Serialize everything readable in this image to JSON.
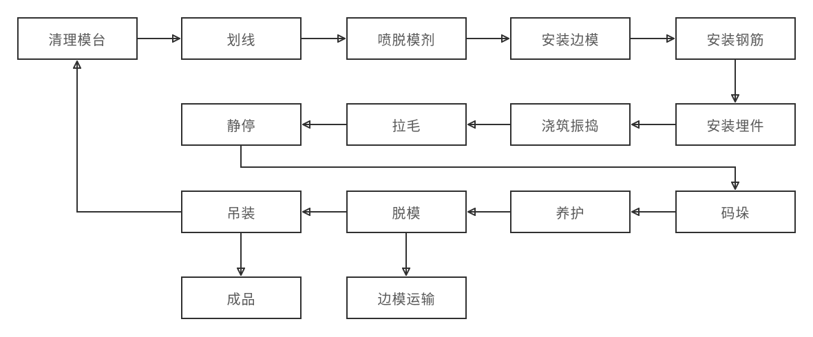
{
  "diagram_type": "flowchart",
  "colors": {
    "border": "#303030",
    "text": "#595959",
    "line": "#303030",
    "background": "#ffffff"
  },
  "nodes": [
    {
      "id": "clean-mold-table",
      "label": "清理模台"
    },
    {
      "id": "marking",
      "label": "划线"
    },
    {
      "id": "spray-release-agent",
      "label": "喷脱模剂"
    },
    {
      "id": "install-side-molds",
      "label": "安装边模"
    },
    {
      "id": "install-rebar",
      "label": "安装钢筋"
    },
    {
      "id": "resting",
      "label": "静停"
    },
    {
      "id": "roughening",
      "label": "拉毛"
    },
    {
      "id": "pour-and-vibrate",
      "label": "浇筑振捣"
    },
    {
      "id": "install-embedded-parts",
      "label": "安装埋件"
    },
    {
      "id": "hoisting",
      "label": "吊装"
    },
    {
      "id": "demolding",
      "label": "脱模"
    },
    {
      "id": "curing",
      "label": "养护"
    },
    {
      "id": "stacking",
      "label": "码垛"
    },
    {
      "id": "finished-product",
      "label": "成品"
    },
    {
      "id": "side-mold-transport",
      "label": "边模运输"
    }
  ],
  "edges": [
    {
      "from": "清理模台",
      "to": "划线"
    },
    {
      "from": "划线",
      "to": "喷脱模剂"
    },
    {
      "from": "喷脱模剂",
      "to": "安装边模"
    },
    {
      "from": "安装边模",
      "to": "安装钢筋"
    },
    {
      "from": "安装钢筋",
      "to": "安装埋件"
    },
    {
      "from": "安装埋件",
      "to": "浇筑振捣"
    },
    {
      "from": "浇筑振捣",
      "to": "拉毛"
    },
    {
      "from": "拉毛",
      "to": "静停"
    },
    {
      "from": "静停",
      "to": "码垛"
    },
    {
      "from": "码垛",
      "to": "养护"
    },
    {
      "from": "养护",
      "to": "脱模"
    },
    {
      "from": "脱模",
      "to": "吊装"
    },
    {
      "from": "吊装",
      "to": "清理模台"
    },
    {
      "from": "吊装",
      "to": "成品"
    },
    {
      "from": "脱模",
      "to": "边模运输"
    }
  ]
}
